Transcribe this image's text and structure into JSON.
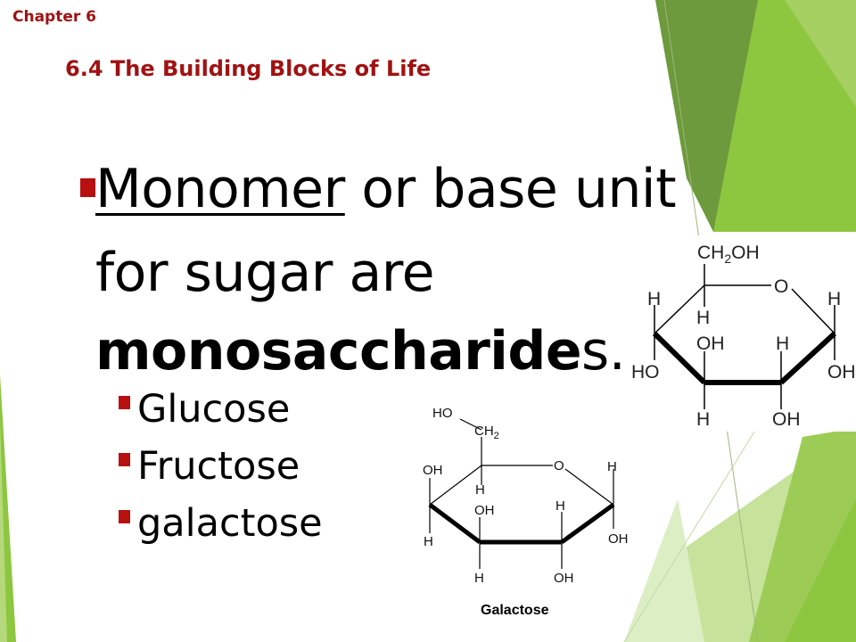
{
  "header": {
    "chapter": "Chapter 6",
    "section": "6.4 The Building Blocks of Life"
  },
  "main": {
    "line1_underlined": "Monomer",
    "line1_rest": " or base unit",
    "line2": "for sugar are",
    "line3_bold": "monosaccharide",
    "line3_rest": "s."
  },
  "bullets": [
    "Glucose",
    "Fructose",
    "galactose"
  ],
  "glucose_structure": {
    "labels": {
      "ch2oh": "CH",
      "ch2oh_sub": "2",
      "ch2oh_tail": "OH",
      "ring_o": "O",
      "h_left": "H",
      "h_right": "H",
      "h_c5": "H",
      "oh_c4": "OH",
      "h_c3": "H",
      "ho_left": "HO",
      "oh_right": "OH",
      "h_bottom": "H",
      "oh_bottom": "OH"
    }
  },
  "galactose_structure": {
    "caption": "Galactose",
    "labels": {
      "ho_top": "HO",
      "ch2": "CH",
      "ch2_sub": "2",
      "ring_o": "O",
      "oh_left": "OH",
      "h_right_top": "H",
      "h_c5": "H",
      "oh_c4": "OH",
      "h_c3": "H",
      "h_left": "H",
      "oh_right": "OH",
      "h_bottom": "H",
      "oh_bottom": "OH"
    }
  },
  "colors": {
    "header_red": "#a01212",
    "bullet_red": "#b80f0f",
    "green_dark": "#6d9a3c",
    "green_mid": "#8dc63f",
    "green_light": "#b5d97a"
  }
}
